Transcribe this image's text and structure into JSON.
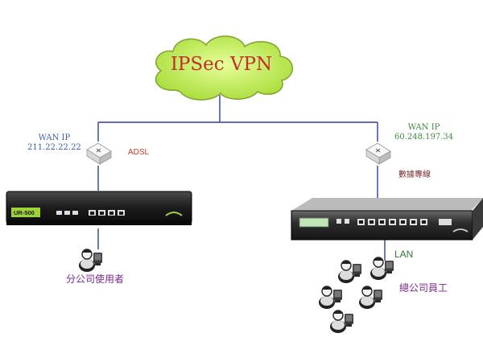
{
  "cloud": {
    "label": "IPSec VPN",
    "fill": "#c8ef5a",
    "text_color": "#c03030"
  },
  "branch": {
    "wan_label": "WAN  IP",
    "wan_ip": "211.22.22.22",
    "link_label": "ADSL",
    "router_model": "UR-500",
    "users_label": "分公司使用者"
  },
  "hq": {
    "wan_label": "WAN IP",
    "wan_ip": "60.248.197.34",
    "link_label": "數據專線",
    "lan_label": "LAN",
    "users_label": "總公司員工"
  },
  "colors": {
    "line": "#2a3f9a",
    "router_body": "#1e1e1e",
    "branch_router_accent": "#9ed23a",
    "hq_router_body": "#2a2a2a"
  },
  "icons": [
    "cloud-icon",
    "modem-icon",
    "router-icon",
    "user-icon"
  ]
}
